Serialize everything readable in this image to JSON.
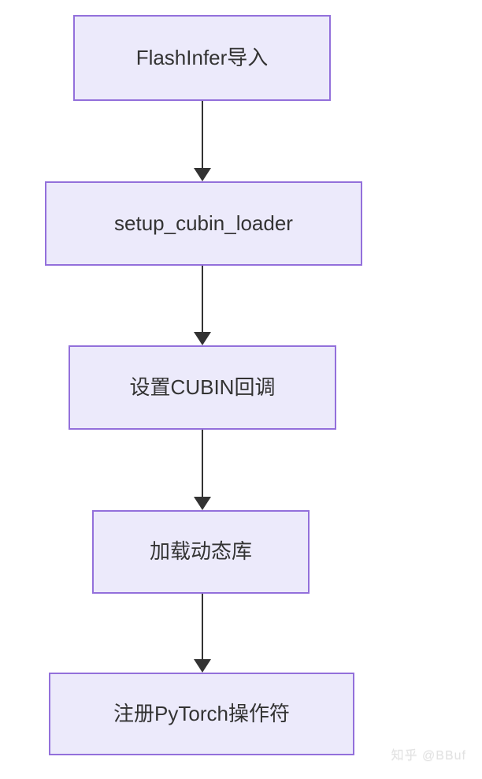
{
  "diagram": {
    "type": "flowchart",
    "direction": "top-down",
    "nodes": [
      {
        "id": "n1",
        "label": "FlashInfer导入"
      },
      {
        "id": "n2",
        "label": "setup_cubin_loader"
      },
      {
        "id": "n3",
        "label": "设置CUBIN回调"
      },
      {
        "id": "n4",
        "label": "加载动态库"
      },
      {
        "id": "n5",
        "label": "注册PyTorch操作符"
      }
    ],
    "edges": [
      {
        "from": "n1",
        "to": "n2",
        "arrow": "down"
      },
      {
        "from": "n2",
        "to": "n3",
        "arrow": "down"
      },
      {
        "from": "n3",
        "to": "n4",
        "arrow": "down"
      },
      {
        "from": "n4",
        "to": "n5",
        "arrow": "down"
      }
    ],
    "colors": {
      "node_fill": "#ECEAFB",
      "node_border": "#9370DB",
      "arrow": "#333333",
      "text": "#333333",
      "background": "#FFFFFF"
    }
  },
  "watermark": {
    "text": "知乎 @BBuf",
    "color": "#E2E2E2"
  }
}
